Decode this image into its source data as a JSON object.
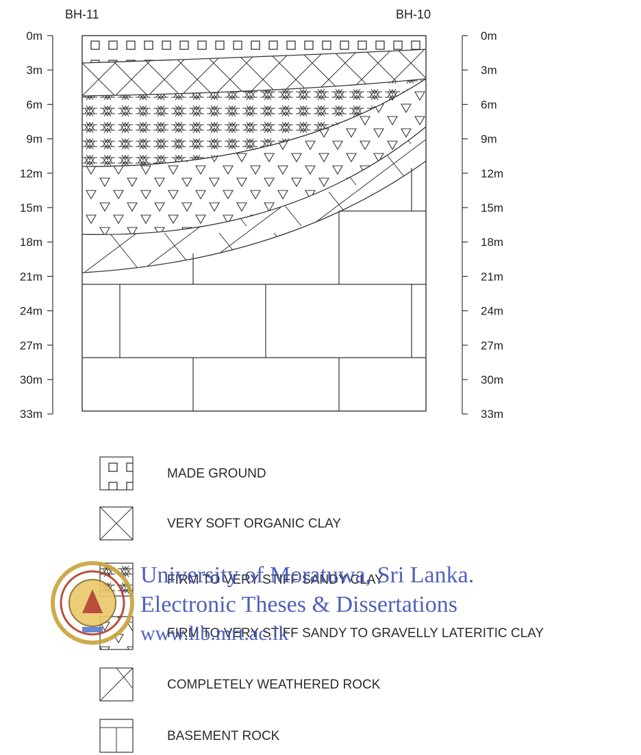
{
  "boreholes": {
    "left": "BH-11",
    "right": "BH-10"
  },
  "depth_labels": [
    "0m",
    "3m",
    "6m",
    "9m",
    "12m",
    "15m",
    "18m",
    "21m",
    "24m",
    "27m",
    "30m",
    "33m"
  ],
  "legend": [
    {
      "key": "made-ground",
      "label": "MADE GROUND"
    },
    {
      "key": "very-soft-organic-clay",
      "label": "VERY SOFT ORGANIC CLAY"
    },
    {
      "key": "firm-to-very-stiff-sandy-clay",
      "label": "FIRM TO VERY STIFF SANDY CLAY"
    },
    {
      "key": "firm-to-very-stiff-lateritic-clay",
      "label": "FIRM TO VERY STIFF SANDY TO GRAVELLY LATERITIC CLAY"
    },
    {
      "key": "completely-weathered-rock",
      "label": "COMPLETELY WEATHERED ROCK"
    },
    {
      "key": "basement-rock",
      "label": "BASEMENT ROCK"
    }
  ],
  "watermark": {
    "line1": "University of Moratuwa, Sri Lanka.",
    "line2": "Electronic Theses & Dissertations",
    "line3": "www.lib.mrt.ac.lk"
  },
  "colors": {
    "line": "#333333",
    "watermark": "#3c4fb5",
    "seal": "#c8a23a"
  }
}
